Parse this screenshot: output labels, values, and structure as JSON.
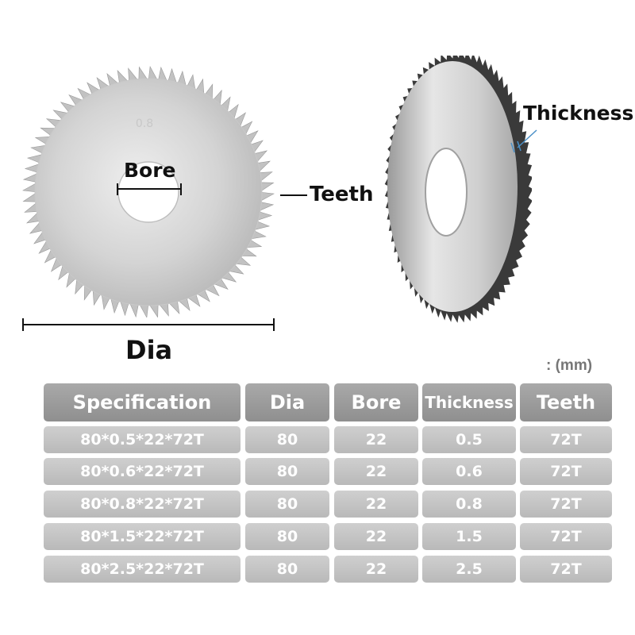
{
  "labels": {
    "bore": "Bore",
    "teeth": "Teeth",
    "dia": "Dia",
    "thickness": "Thickness"
  },
  "blade_engraving": "0.8",
  "unit": ": (mm)",
  "table": {
    "headers": [
      "Specification",
      "Dia",
      "Bore",
      "Thickness",
      "Teeth"
    ],
    "rows": [
      [
        "80*0.5*22*72T",
        "80",
        "22",
        "0.5",
        "72T"
      ],
      [
        "80*0.6*22*72T",
        "80",
        "22",
        "0.6",
        "72T"
      ],
      [
        "80*0.8*22*72T",
        "80",
        "22",
        "0.8",
        "72T"
      ],
      [
        "80*1.5*22*72T",
        "80",
        "22",
        "1.5",
        "72T"
      ],
      [
        "80*2.5*22*72T",
        "80",
        "22",
        "2.5",
        "72T"
      ]
    ]
  },
  "colors": {
    "header_cell": "#9a9a9a",
    "body_cell": "#c4c4c4",
    "cell_text": "#ffffff",
    "leader_line": "#4a90c8"
  },
  "icons": [
    "saw-blade-front",
    "saw-blade-perspective"
  ]
}
